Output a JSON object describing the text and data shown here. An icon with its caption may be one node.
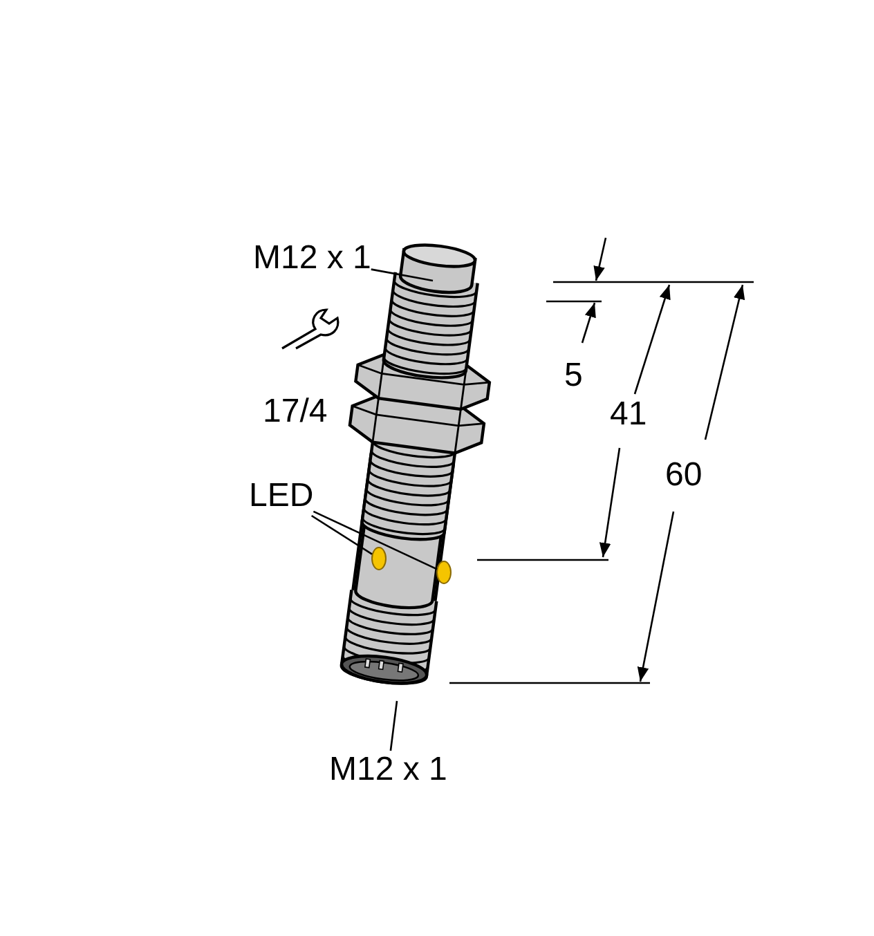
{
  "diagram": {
    "nodes": [
      {
        "text": [
          "M12 x 1"
        ]
      },
      {
        "text": [
          "LED"
        ]
      },
      {
        "text": [],
        "shape": "circle"
      },
      {
        "text": [],
        "shape": "circle"
      },
      {
        "text": [
          "M12 x 1"
        ]
      }
    ],
    "edges": [
      {
        "from": 0,
        "to": null,
        "arrow": "none"
      },
      {
        "from": 1,
        "to": 2,
        "arrow": "none"
      },
      {
        "from": 1,
        "to": 3,
        "arrow": "none"
      },
      {
        "from": 4,
        "to": null,
        "arrow": "none"
      }
    ],
    "labels": [
      "17/4",
      "5",
      "41",
      "60"
    ]
  }
}
